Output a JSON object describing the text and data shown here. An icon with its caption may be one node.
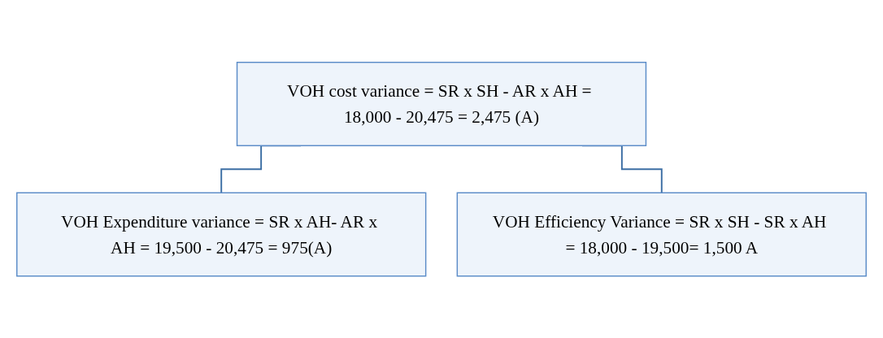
{
  "diagram": {
    "nodes": [
      {
        "text": [
          "VOH cost variance = SR x SH - AR x AH = 18,000 - 20,475 = 2,475 (A)"
        ]
      },
      {
        "text": [
          "VOH Expenditure variance = SR x AH- AR x AH = 19,500 - 20,475 = 975(A)"
        ]
      },
      {
        "text": [
          "VOH Efficiency Variance = SR x SH - SR x AH = 18,000 - 19,500= 1,500 A"
        ]
      }
    ],
    "edges": [
      {
        "from": 0,
        "to": 1,
        "arrow": "none"
      },
      {
        "from": 0,
        "to": 2,
        "arrow": "none"
      }
    ]
  }
}
